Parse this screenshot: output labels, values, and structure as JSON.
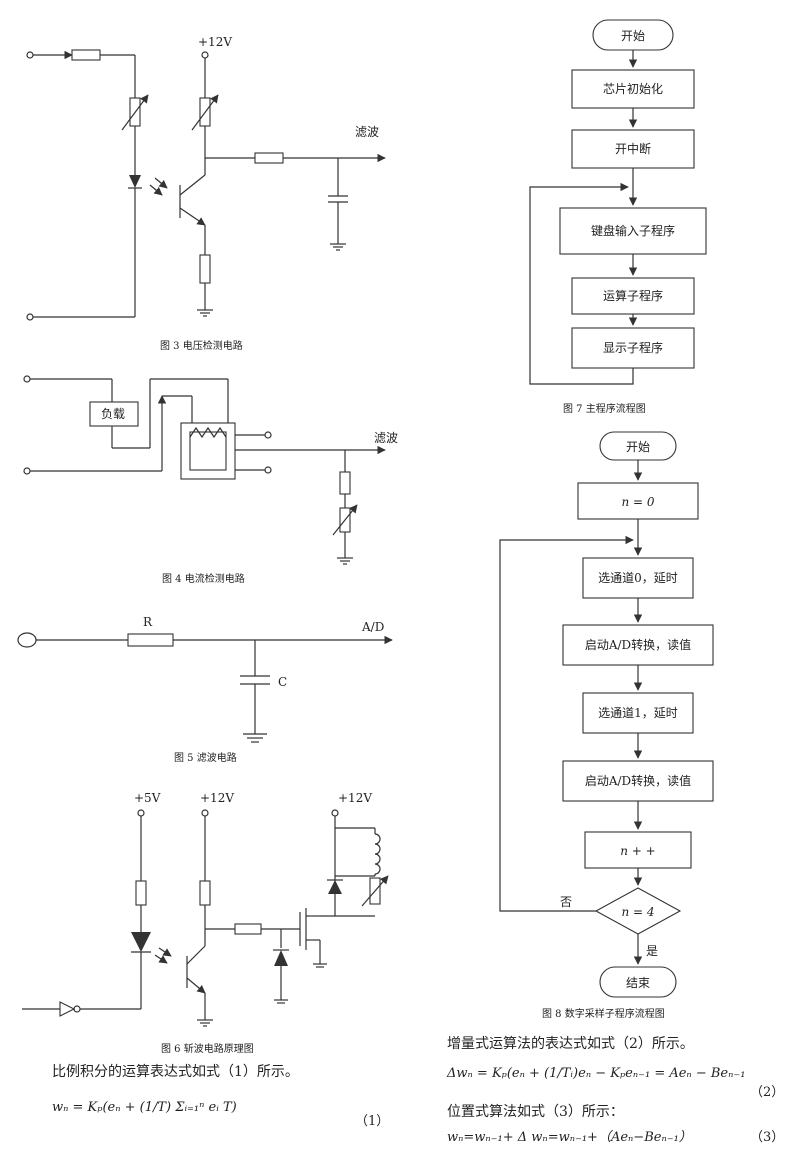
{
  "fig3": {
    "caption": "图 3 电压检测电路",
    "vcc": "+12V",
    "output": "滤波"
  },
  "fig4": {
    "caption": "图 4 电流检测电路",
    "load": "负载",
    "output": "滤波"
  },
  "fig5": {
    "caption": "图 5 滤波电路",
    "r": "R",
    "c": "C",
    "output": "A/D"
  },
  "fig6": {
    "caption": "图 6 斩波电路原理图",
    "v5": "+5V",
    "v12a": "+12V",
    "v12b": "+12V"
  },
  "fig7": {
    "caption": "图 7 主程序流程图",
    "steps": [
      "开始",
      "芯片初始化",
      "开中断",
      "键盘输入子程序",
      "运算子程序",
      "显示子程序"
    ]
  },
  "fig8": {
    "caption": "图 8 数字采样子程序流程图",
    "start": "开始",
    "init": "n = 0",
    "steps": [
      "选通道0，延时",
      "启动A/D转换，读值",
      "选通道1，延时",
      "启动A/D转换，读值"
    ],
    "incr": "n + +",
    "decision": "n = 4",
    "no": "否",
    "yes": "是",
    "end": "结束"
  },
  "text": {
    "left_intro": "比例积分的运算表达式如式（1）所示。",
    "eq1": "wₙ = Kₚ(eₙ + (1/T) Σᵢ₌₁ⁿ eᵢ T)",
    "eq1_num": "（1）",
    "right_intro": "增量式运算法的表达式如式（2）所示。",
    "eq2": "Δwₙ = Kₚ(eₙ + (1/Tᵢ)eₙ − Kₚeₙ₋₁ = Aeₙ − Beₙ₋₁",
    "eq2_num": "（2）",
    "right_intro2": "位置式算法如式（3）所示：",
    "eq3": "wₙ=wₙ₋₁+ Δ wₙ=wₙ₋₁+（Aeₙ−Beₙ₋₁）",
    "eq3_num": "（3）"
  }
}
